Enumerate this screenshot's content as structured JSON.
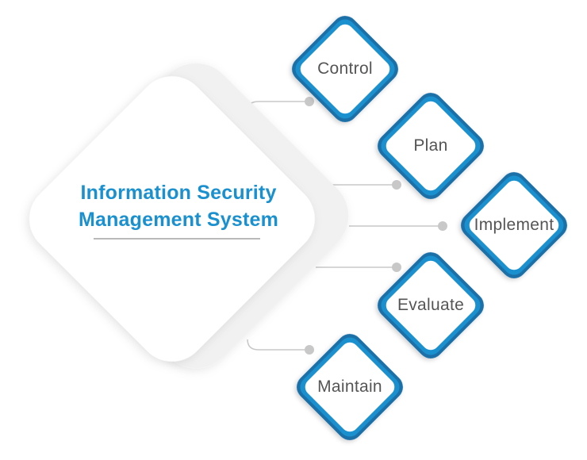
{
  "center": {
    "title_line1": "Information Security",
    "title_line2": "Management System"
  },
  "steps": [
    {
      "label": "Control"
    },
    {
      "label": "Plan"
    },
    {
      "label": "Implement"
    },
    {
      "label": "Evaluate"
    },
    {
      "label": "Maintain"
    }
  ],
  "colors": {
    "accent": "#1a90cf",
    "frame_dark": "#1e6fa8",
    "connector": "#c4c4c4",
    "label_text": "#555555",
    "center_fill": "#ffffff",
    "center_shadow": "#e6e6e6"
  }
}
